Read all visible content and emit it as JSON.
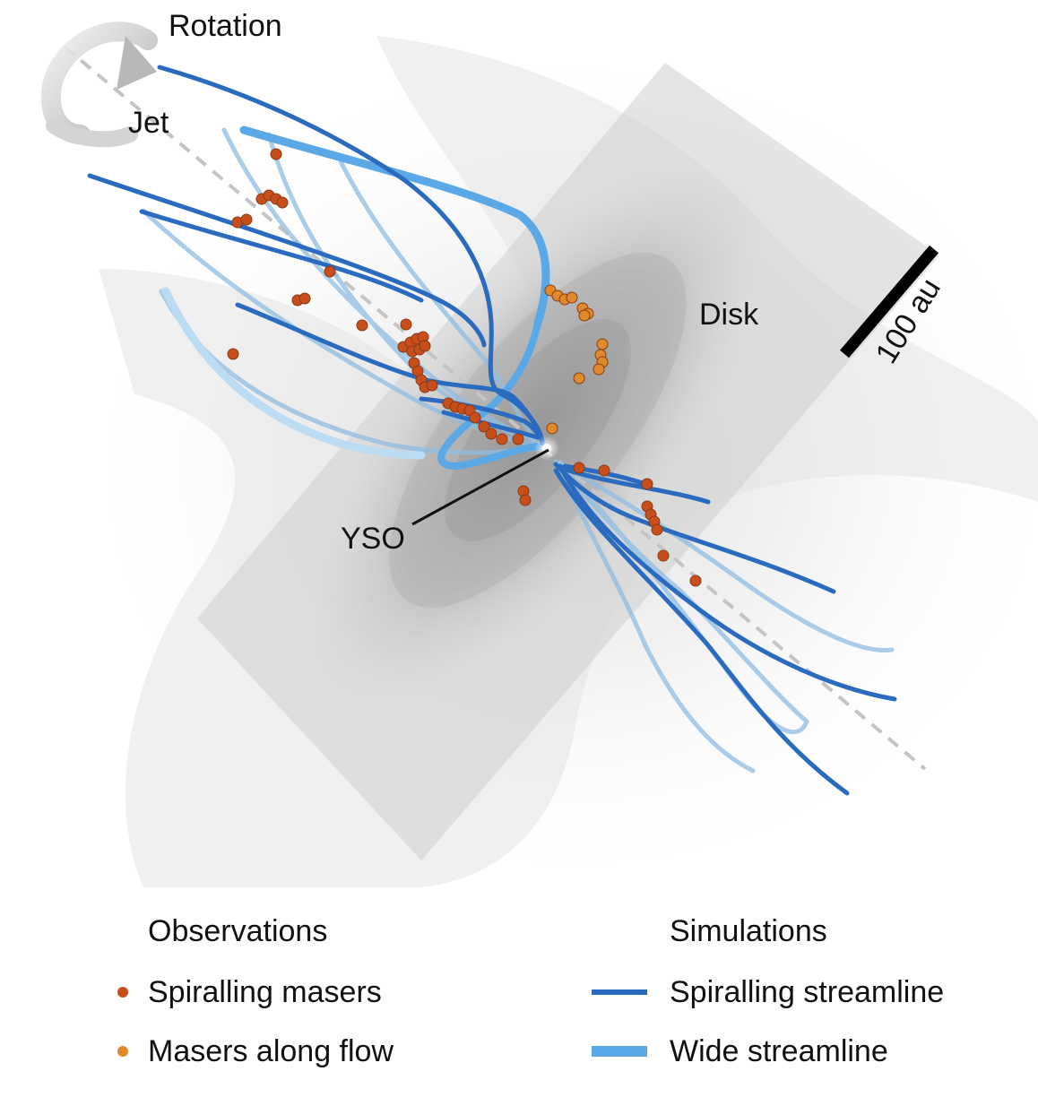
{
  "labels": {
    "rotation": "Rotation",
    "jet": "Jet",
    "disk": "Disk",
    "yso": "YSO",
    "scale": "100 au"
  },
  "legend": {
    "observations": {
      "heading": "Observations",
      "items": [
        {
          "label": "Spiralling masers",
          "color": "#c84e1c"
        },
        {
          "label": "Masers along flow",
          "color": "#e08a2e"
        }
      ]
    },
    "simulations": {
      "heading": "Simulations",
      "items": [
        {
          "label": "Spiralling streamline",
          "color": "#2a6bbf"
        },
        {
          "label": "Wide streamline",
          "color": "#5aa8e6"
        }
      ]
    }
  },
  "colors": {
    "spiralling_maser": "#c84e1c",
    "flow_maser": "#e08a2e",
    "streamline_dark": "#2a6bbf",
    "streamline_wide": "#5aa8e6",
    "jet_axis": "#c4c4c4",
    "disk_plane": "#dcdcdc"
  }
}
